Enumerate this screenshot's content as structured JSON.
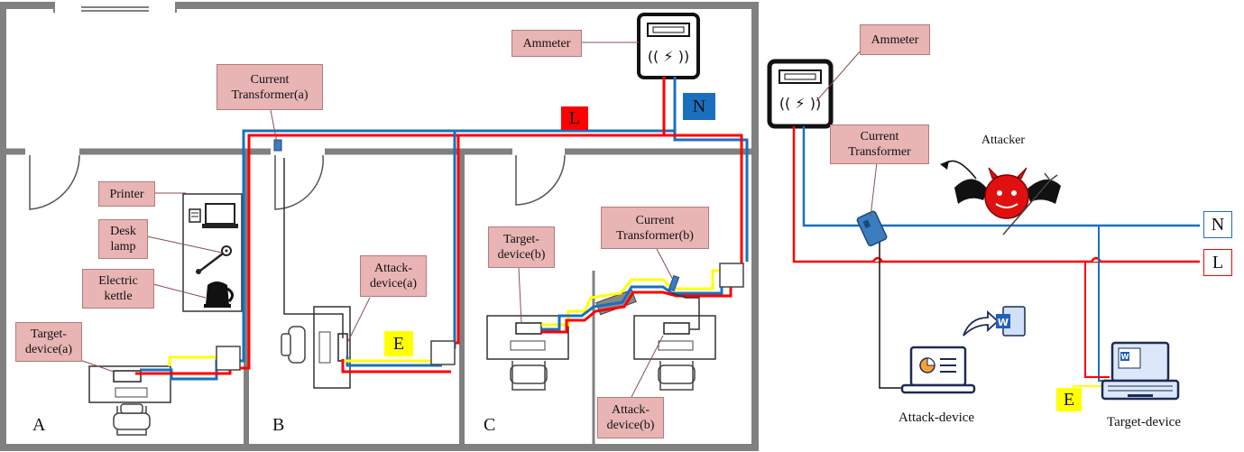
{
  "floorplan": {
    "labels": {
      "ammeter": "Ammeter",
      "ct_a": "Current\nTransformer(a)",
      "printer": "Printer",
      "desk_lamp": "Desk\nlamp",
      "kettle": "Electric\nkettle",
      "target_a": "Target-\ndevice(a)",
      "attack_a": "Attack-\ndevice(a)",
      "target_b": "Target-\ndevice(b)",
      "ct_b": "Current\nTransformer(b)",
      "attack_b": "Attack-\ndevice(b)"
    },
    "wires": {
      "L": "L",
      "N": "N",
      "E": "E"
    },
    "rooms": {
      "a": "A",
      "b": "B",
      "c": "C"
    }
  },
  "schematic": {
    "ammeter": "Ammeter",
    "ct": "Current\nTransformer",
    "attacker": "Attacker",
    "N": "N",
    "L": "L",
    "E": "E",
    "attack_device": "Attack-device",
    "target_device": "Target-device"
  },
  "colors": {
    "live": "#ff0000",
    "neutral": "#1a6fbf",
    "earth": "#ffff00",
    "callout_fill": "#e8b4b4",
    "wall": "#808080"
  }
}
